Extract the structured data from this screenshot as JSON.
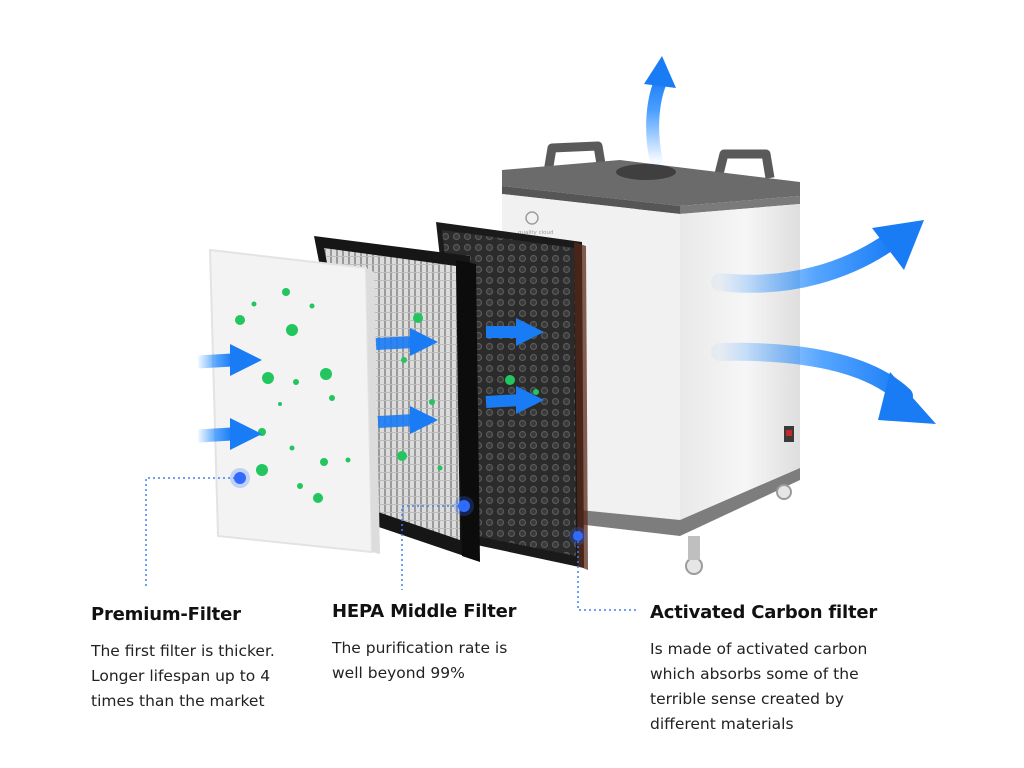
{
  "brand_text": "quality cloud",
  "filters": [
    {
      "title": "Premium-Filter",
      "description_lines": [
        "The first filter is thicker.",
        "Longer lifespan up to 4",
        "times than the market"
      ]
    },
    {
      "title": "HEPA Middle Filter",
      "description_lines": [
        "The purification rate is",
        "well beyond 99%"
      ]
    },
    {
      "title": "Activated Carbon filter",
      "description_lines": [
        "Is made of activated carbon",
        "which absorbs some of the",
        "terrible sense created by",
        "different materials"
      ]
    }
  ],
  "colors": {
    "airflow": "#1e88ff",
    "germ": "#22c55e",
    "marker": "#2f6bff",
    "leader_line": "#3b82f6"
  }
}
